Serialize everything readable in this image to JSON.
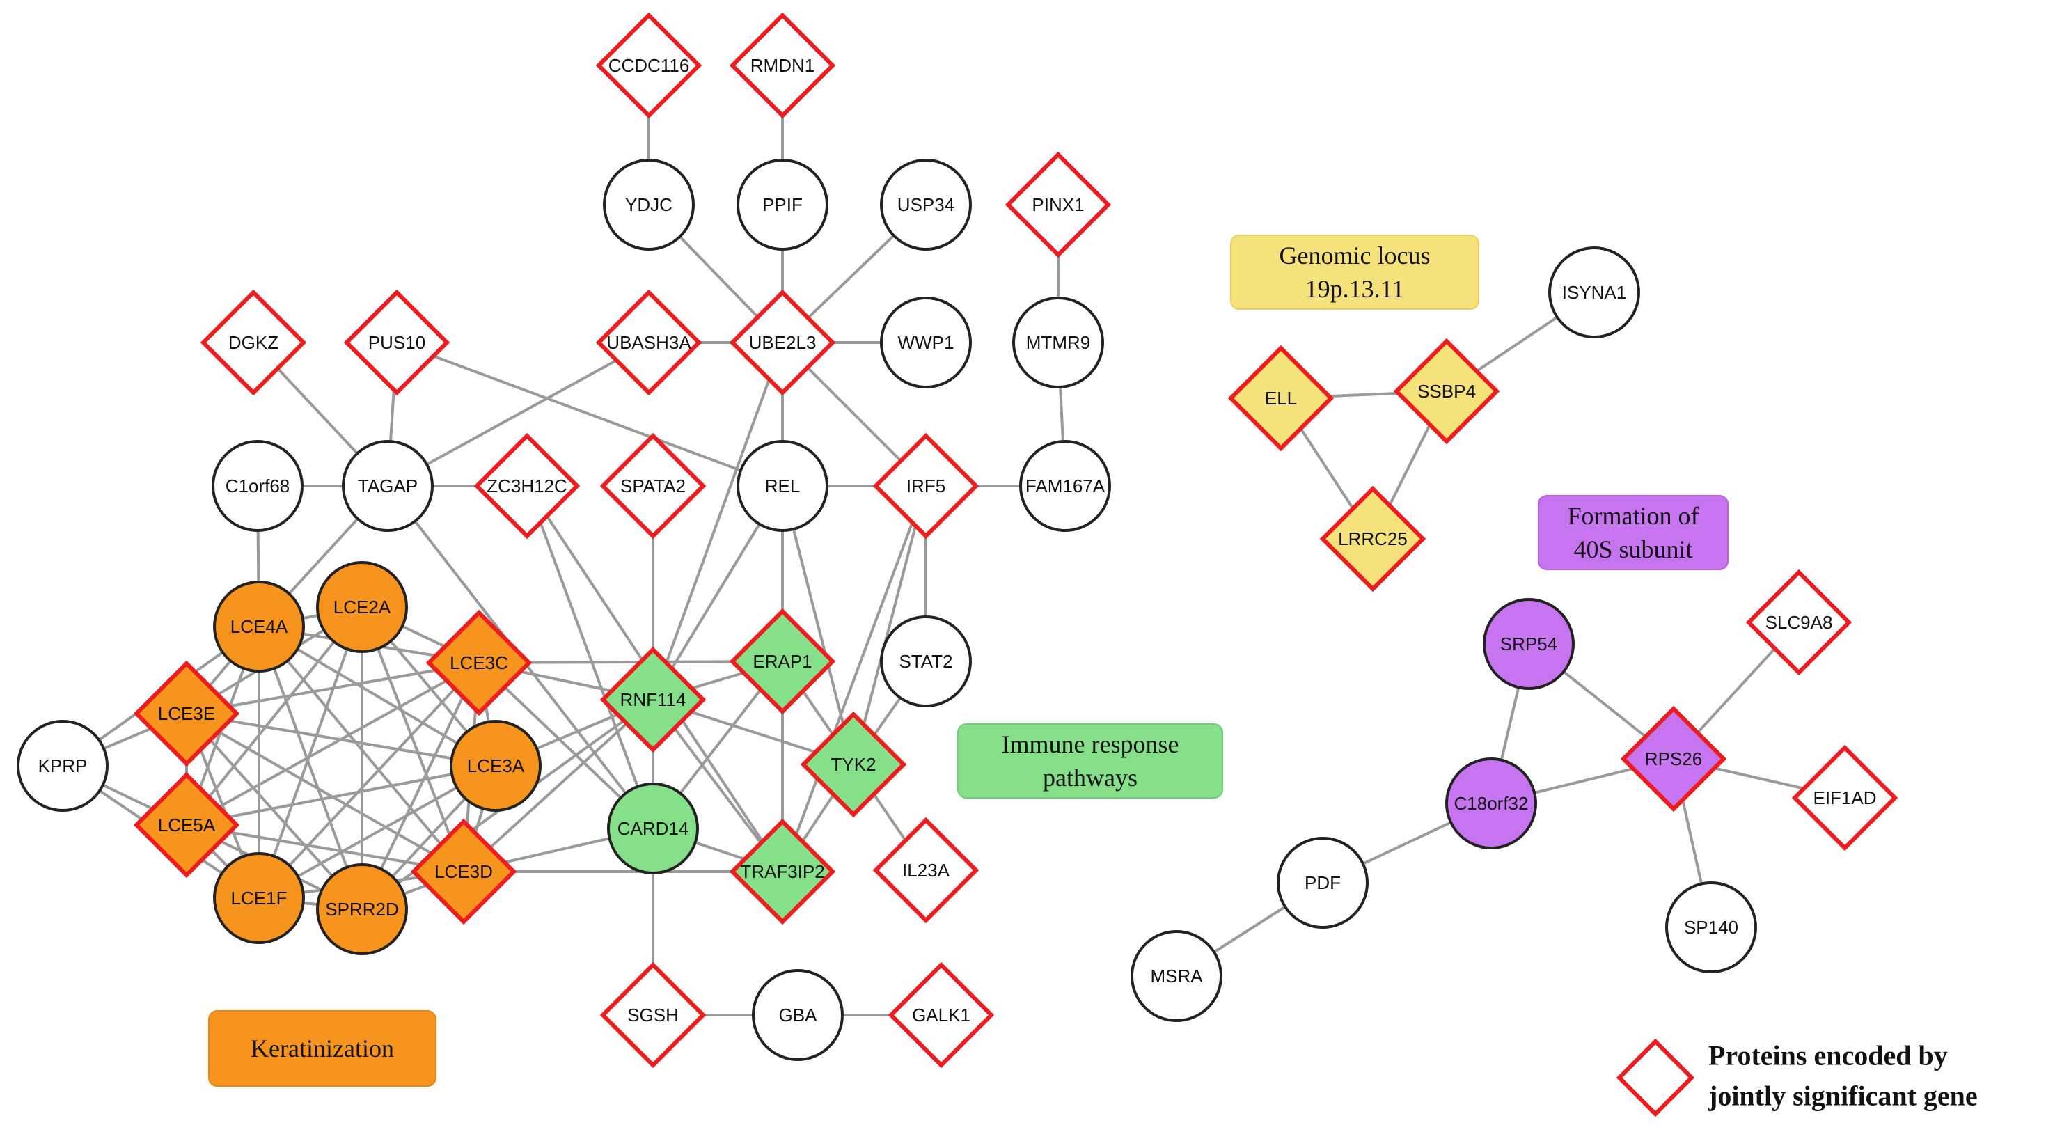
{
  "colors": {
    "edge": "#9a9a9a",
    "circle_stroke": "#222222",
    "diamond_stroke": "#ee1c1c",
    "default_fill": "#ffffff",
    "keratinization": "#f7941d",
    "immune": "#86e08a",
    "genomic": "#f5e27a",
    "formation": "#c774f0"
  },
  "nodes": {
    "CCDC116": {
      "label": "CCDC116",
      "shape": "diamond",
      "group": "none"
    },
    "RMDN1": {
      "label": "RMDN1",
      "shape": "diamond",
      "group": "none"
    },
    "YDJC": {
      "label": "YDJC",
      "shape": "circle",
      "group": "none"
    },
    "PPIF": {
      "label": "PPIF",
      "shape": "circle",
      "group": "none"
    },
    "USP34": {
      "label": "USP34",
      "shape": "circle",
      "group": "none"
    },
    "PINX1": {
      "label": "PINX1",
      "shape": "diamond",
      "group": "none"
    },
    "DGKZ": {
      "label": "DGKZ",
      "shape": "diamond",
      "group": "none"
    },
    "PUS10": {
      "label": "PUS10",
      "shape": "diamond",
      "group": "none"
    },
    "UBASH3A": {
      "label": "UBASH3A",
      "shape": "diamond",
      "group": "none"
    },
    "UBE2L3": {
      "label": "UBE2L3",
      "shape": "diamond",
      "group": "none"
    },
    "WWP1": {
      "label": "WWP1",
      "shape": "circle",
      "group": "none"
    },
    "MTMR9": {
      "label": "MTMR9",
      "shape": "circle",
      "group": "none"
    },
    "C1orf68": {
      "label": "C1orf68",
      "shape": "circle",
      "group": "none"
    },
    "TAGAP": {
      "label": "TAGAP",
      "shape": "circle",
      "group": "none"
    },
    "ZC3H12C": {
      "label": "ZC3H12C",
      "shape": "diamond",
      "group": "none"
    },
    "SPATA2": {
      "label": "SPATA2",
      "shape": "diamond",
      "group": "none"
    },
    "REL": {
      "label": "REL",
      "shape": "circle",
      "group": "none"
    },
    "IRF5": {
      "label": "IRF5",
      "shape": "diamond",
      "group": "none"
    },
    "FAM167A": {
      "label": "FAM167A",
      "shape": "circle",
      "group": "none"
    },
    "LCE4A": {
      "label": "LCE4A",
      "shape": "circle",
      "group": "keratinization"
    },
    "LCE2A": {
      "label": "LCE2A",
      "shape": "circle",
      "group": "keratinization"
    },
    "LCE3C": {
      "label": "LCE3C",
      "shape": "diamond",
      "group": "keratinization"
    },
    "LCE3E": {
      "label": "LCE3E",
      "shape": "diamond",
      "group": "keratinization"
    },
    "LCE3A": {
      "label": "LCE3A",
      "shape": "circle",
      "group": "keratinization"
    },
    "LCE5A": {
      "label": "LCE5A",
      "shape": "diamond",
      "group": "keratinization"
    },
    "LCE1F": {
      "label": "LCE1F",
      "shape": "circle",
      "group": "keratinization"
    },
    "SPRR2D": {
      "label": "SPRR2D",
      "shape": "circle",
      "group": "keratinization"
    },
    "LCE3D": {
      "label": "LCE3D",
      "shape": "diamond",
      "group": "keratinization"
    },
    "KPRP": {
      "label": "KPRP",
      "shape": "circle",
      "group": "none"
    },
    "RNF114": {
      "label": "RNF114",
      "shape": "diamond",
      "group": "immune"
    },
    "ERAP1": {
      "label": "ERAP1",
      "shape": "diamond",
      "group": "immune"
    },
    "STAT2": {
      "label": "STAT2",
      "shape": "circle",
      "group": "none"
    },
    "TYK2": {
      "label": "TYK2",
      "shape": "diamond",
      "group": "immune"
    },
    "CARD14": {
      "label": "CARD14",
      "shape": "circle",
      "group": "immune"
    },
    "TRAF3IP2": {
      "label": "TRAF3IP2",
      "shape": "diamond",
      "group": "immune"
    },
    "IL23A": {
      "label": "IL23A",
      "shape": "diamond",
      "group": "none"
    },
    "SGSH": {
      "label": "SGSH",
      "shape": "diamond",
      "group": "none"
    },
    "GBA": {
      "label": "GBA",
      "shape": "circle",
      "group": "none"
    },
    "GALK1": {
      "label": "GALK1",
      "shape": "diamond",
      "group": "none"
    },
    "ISYNA1": {
      "label": "ISYNA1",
      "shape": "circle",
      "group": "none"
    },
    "ELL": {
      "label": "ELL",
      "shape": "diamond",
      "group": "genomic"
    },
    "SSBP4": {
      "label": "SSBP4",
      "shape": "diamond",
      "group": "genomic"
    },
    "LRRC25": {
      "label": "LRRC25",
      "shape": "diamond",
      "group": "genomic"
    },
    "SRP54": {
      "label": "SRP54",
      "shape": "circle",
      "group": "formation"
    },
    "SLC9A8": {
      "label": "SLC9A8",
      "shape": "diamond",
      "group": "none"
    },
    "RPS26": {
      "label": "RPS26",
      "shape": "diamond",
      "group": "formation"
    },
    "C18orf32": {
      "label": "C18orf32",
      "shape": "circle",
      "group": "formation"
    },
    "EIF1AD": {
      "label": "EIF1AD",
      "shape": "diamond",
      "group": "none"
    },
    "PDF": {
      "label": "PDF",
      "shape": "circle",
      "group": "none"
    },
    "SP140": {
      "label": "SP140",
      "shape": "circle",
      "group": "none"
    },
    "MSRA": {
      "label": "MSRA",
      "shape": "circle",
      "group": "none"
    }
  },
  "edges": [
    [
      "CCDC116",
      "YDJC"
    ],
    [
      "RMDN1",
      "PPIF"
    ],
    [
      "YDJC",
      "UBE2L3"
    ],
    [
      "PPIF",
      "UBE2L3"
    ],
    [
      "USP34",
      "UBE2L3"
    ],
    [
      "UBASH3A",
      "UBE2L3"
    ],
    [
      "UBE2L3",
      "WWP1"
    ],
    [
      "UBE2L3",
      "REL"
    ],
    [
      "UBE2L3",
      "IRF5"
    ],
    [
      "UBE2L3",
      "RNF114"
    ],
    [
      "PINX1",
      "MTMR9"
    ],
    [
      "MTMR9",
      "FAM167A"
    ],
    [
      "DGKZ",
      "TAGAP"
    ],
    [
      "PUS10",
      "TAGAP"
    ],
    [
      "PUS10",
      "REL"
    ],
    [
      "UBASH3A",
      "TAGAP"
    ],
    [
      "C1orf68",
      "TAGAP"
    ],
    [
      "C1orf68",
      "LCE4A"
    ],
    [
      "TAGAP",
      "ZC3H12C"
    ],
    [
      "TAGAP",
      "LCE4A"
    ],
    [
      "TAGAP",
      "CARD14"
    ],
    [
      "REL",
      "IRF5"
    ],
    [
      "IRF5",
      "FAM167A"
    ],
    [
      "SPATA2",
      "RNF114"
    ],
    [
      "REL",
      "RNF114"
    ],
    [
      "REL",
      "ERAP1"
    ],
    [
      "REL",
      "TYK2"
    ],
    [
      "IRF5",
      "STAT2"
    ],
    [
      "IRF5",
      "TYK2"
    ],
    [
      "IRF5",
      "TRAF3IP2"
    ],
    [
      "ZC3H12C",
      "CARD14"
    ],
    [
      "ZC3H12C",
      "TRAF3IP2"
    ],
    [
      "RNF114",
      "ERAP1"
    ],
    [
      "RNF114",
      "TYK2"
    ],
    [
      "RNF114",
      "CARD14"
    ],
    [
      "RNF114",
      "TRAF3IP2"
    ],
    [
      "ERAP1",
      "TRAF3IP2"
    ],
    [
      "ERAP1",
      "TYK2"
    ],
    [
      "ERAP1",
      "CARD14"
    ],
    [
      "TYK2",
      "TRAF3IP2"
    ],
    [
      "TYK2",
      "IL23A"
    ],
    [
      "STAT2",
      "TYK2"
    ],
    [
      "CARD14",
      "TRAF3IP2"
    ],
    [
      "CARD14",
      "SGSH"
    ],
    [
      "SGSH",
      "GBA"
    ],
    [
      "GBA",
      "GALK1"
    ],
    [
      "LCE3C",
      "RNF114"
    ],
    [
      "LCE3C",
      "ERAP1"
    ],
    [
      "LCE3D",
      "RNF114"
    ],
    [
      "LCE3D",
      "TRAF3IP2"
    ],
    [
      "LCE3D",
      "CARD14"
    ],
    [
      "LCE3A",
      "RNF114"
    ],
    [
      "SPRR2D",
      "RNF114"
    ],
    [
      "LCE3C",
      "CARD14"
    ],
    [
      "KPRP",
      "LCE3E"
    ],
    [
      "KPRP",
      "LCE5A"
    ],
    [
      "KPRP",
      "LCE4A"
    ],
    [
      "KPRP",
      "LCE1F"
    ],
    [
      "LCE4A",
      "LCE2A"
    ],
    [
      "LCE4A",
      "LCE3C"
    ],
    [
      "LCE4A",
      "LCE3E"
    ],
    [
      "LCE4A",
      "LCE3A"
    ],
    [
      "LCE4A",
      "LCE5A"
    ],
    [
      "LCE4A",
      "LCE1F"
    ],
    [
      "LCE4A",
      "SPRR2D"
    ],
    [
      "LCE4A",
      "LCE3D"
    ],
    [
      "LCE2A",
      "LCE3C"
    ],
    [
      "LCE2A",
      "LCE3E"
    ],
    [
      "LCE2A",
      "LCE3A"
    ],
    [
      "LCE2A",
      "LCE5A"
    ],
    [
      "LCE2A",
      "LCE1F"
    ],
    [
      "LCE2A",
      "SPRR2D"
    ],
    [
      "LCE2A",
      "LCE3D"
    ],
    [
      "LCE3C",
      "LCE3E"
    ],
    [
      "LCE3C",
      "LCE3A"
    ],
    [
      "LCE3C",
      "LCE5A"
    ],
    [
      "LCE3C",
      "LCE1F"
    ],
    [
      "LCE3C",
      "SPRR2D"
    ],
    [
      "LCE3C",
      "LCE3D"
    ],
    [
      "LCE3E",
      "LCE3A"
    ],
    [
      "LCE3E",
      "LCE5A"
    ],
    [
      "LCE3E",
      "LCE1F"
    ],
    [
      "LCE3E",
      "SPRR2D"
    ],
    [
      "LCE3E",
      "LCE3D"
    ],
    [
      "LCE3A",
      "LCE5A"
    ],
    [
      "LCE3A",
      "LCE1F"
    ],
    [
      "LCE3A",
      "SPRR2D"
    ],
    [
      "LCE3A",
      "LCE3D"
    ],
    [
      "LCE5A",
      "LCE1F"
    ],
    [
      "LCE5A",
      "SPRR2D"
    ],
    [
      "LCE5A",
      "LCE3D"
    ],
    [
      "LCE1F",
      "SPRR2D"
    ],
    [
      "LCE1F",
      "LCE3D"
    ],
    [
      "SPRR2D",
      "LCE3D"
    ],
    [
      "ISYNA1",
      "SSBP4"
    ],
    [
      "ELL",
      "SSBP4"
    ],
    [
      "ELL",
      "LRRC25"
    ],
    [
      "SSBP4",
      "LRRC25"
    ],
    [
      "SRP54",
      "RPS26"
    ],
    [
      "SRP54",
      "C18orf32"
    ],
    [
      "SLC9A8",
      "RPS26"
    ],
    [
      "RPS26",
      "C18orf32"
    ],
    [
      "RPS26",
      "EIF1AD"
    ],
    [
      "RPS26",
      "SP140"
    ],
    [
      "C18orf32",
      "PDF"
    ],
    [
      "PDF",
      "MSRA"
    ]
  ],
  "groups": {
    "genomic": {
      "line1": "Genomic locus",
      "line2": "19p.13.11"
    },
    "formation": {
      "line1": "Formation of",
      "line2": "40S subunit"
    },
    "immune": {
      "line1": "Immune response",
      "line2": "pathways"
    },
    "keratinization": {
      "line1": "Keratinization"
    }
  },
  "legend": {
    "line1": "Proteins encoded by",
    "line2": "jointly significant gene"
  }
}
